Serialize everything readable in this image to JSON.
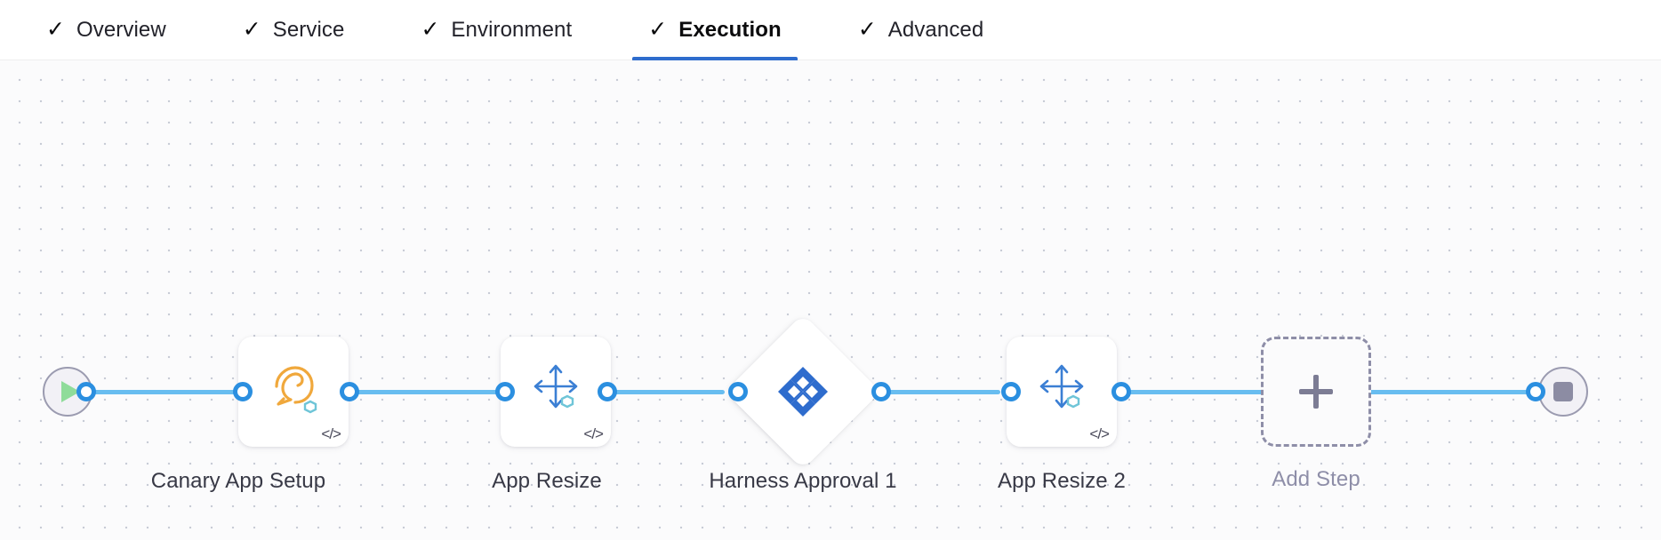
{
  "theme": {
    "accent": "#2e6ccd",
    "connector": "#68bdf0",
    "connector_dot": "#2b8fe0",
    "canary_icon": "#f0a83c",
    "resize_icon": "#3b7fd4",
    "harness_blue": "#2e6ccd",
    "muted_text": "#8e8ea8",
    "node_text": "#383946",
    "terminal_bg": "#f2f1f6",
    "terminal_border": "#9b9bb0",
    "play_green": "#8fdc9a",
    "stop_grey": "#8c8ca3",
    "dashed_border": "#8e8ea8"
  },
  "tabs": [
    {
      "id": "overview",
      "label": "Overview",
      "icon": "check-icon",
      "checked": true,
      "active": false
    },
    {
      "id": "service",
      "label": "Service",
      "icon": "check-icon",
      "checked": true,
      "active": false
    },
    {
      "id": "environment",
      "label": "Environment",
      "icon": "check-icon",
      "checked": true,
      "active": false
    },
    {
      "id": "execution",
      "label": "Execution",
      "icon": "check-icon",
      "checked": true,
      "active": true
    },
    {
      "id": "advanced",
      "label": "Advanced",
      "icon": "check-icon",
      "checked": true,
      "active": false
    }
  ],
  "check_glyph": "✓",
  "pipeline": {
    "start_node": {
      "icon": "play-icon",
      "label": ""
    },
    "end_node": {
      "icon": "stop-icon",
      "label": ""
    },
    "steps": [
      {
        "id": "canary-app-setup",
        "label": "Canary App Setup",
        "icon": "canary-bird-icon",
        "type": "card",
        "badge": "code-badge",
        "badge_text": "</>"
      },
      {
        "id": "app-resize",
        "label": "App Resize",
        "icon": "resize-arrows-icon",
        "type": "card",
        "badge": "code-badge",
        "badge_text": "</>"
      },
      {
        "id": "harness-approval-1",
        "label": "Harness Approval 1",
        "icon": "harness-logo-icon",
        "type": "diamond",
        "badge": "",
        "badge_text": ""
      },
      {
        "id": "app-resize-2",
        "label": "App Resize 2",
        "icon": "resize-arrows-icon",
        "type": "card",
        "badge": "code-badge",
        "badge_text": "</>"
      },
      {
        "id": "add-step",
        "label": "Add Step",
        "icon": "plus-icon",
        "type": "add",
        "badge": "",
        "badge_text": ""
      }
    ]
  }
}
